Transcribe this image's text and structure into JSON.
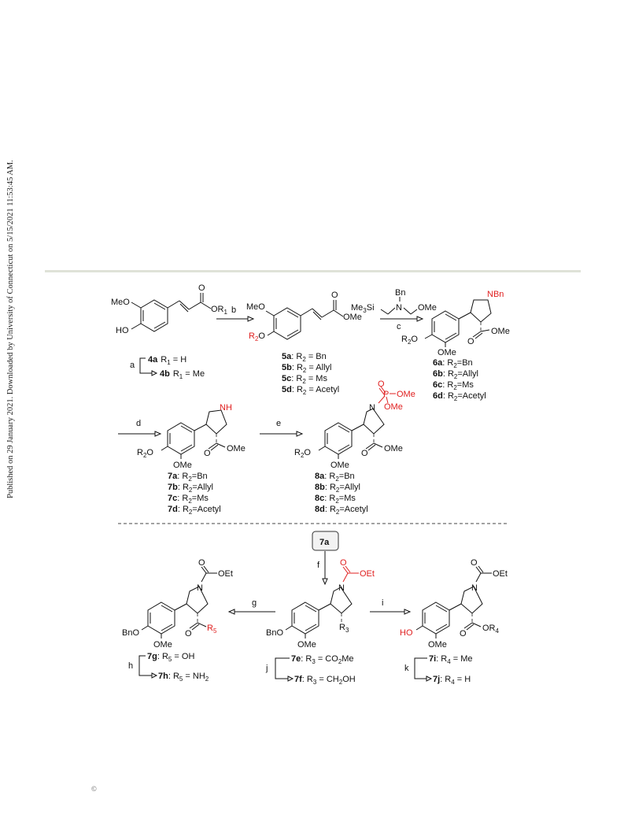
{
  "side_note": "Published on 29 January 2021. Downloaded by University of Connecticut on 5/15/2021 11:53:45 AM.",
  "copyright": "©",
  "scheme": {
    "row1": {
      "c1": {
        "substituents": [
          "MeO",
          "HO"
        ],
        "ester_o": "O",
        "r1": "OR",
        "r1_sub": "1"
      },
      "arrow_a": "a",
      "labels_4": [
        {
          "id": "4a",
          "text": "R",
          "sub": "1",
          "rest": " = H"
        },
        {
          "id": "4b",
          "text": "R",
          "sub": "1",
          "rest": " = Me"
        }
      ],
      "arrow_b": "b",
      "c2": {
        "meo": "MeO",
        "r2o_r": "R",
        "r2o_sub": "2",
        "r2o_o": "O",
        "ester_o": "O",
        "ome": "OMe"
      },
      "labels_5": [
        {
          "id": "5a",
          "pre": ": R",
          "sub": "2",
          "rest": " = Bn"
        },
        {
          "id": "5b",
          "pre": ": R",
          "sub": "2",
          "rest": " = Allyl"
        },
        {
          "id": "5c",
          "pre": ": R",
          "sub": "2",
          "rest": " = Ms"
        },
        {
          "id": "5d",
          "pre": ": R",
          "sub": "2",
          "rest": " = Acetyl"
        }
      ],
      "reagent_c": {
        "bn": "Bn",
        "n": "N",
        "tms": "Me",
        "tms_sub": "3",
        "tms_rest": "Si",
        "ome": "OMe"
      },
      "arrow_c": "c",
      "c3": {
        "nbn": "NBn",
        "r2o": "R",
        "r2o_sub": "2",
        "r2o_o": "O",
        "ome_ring": "OMe",
        "ester_o": "O",
        "ester_ome": "OMe"
      },
      "labels_6": [
        {
          "id": "6a",
          "pre": ": R",
          "sub": "2",
          "rest": "=Bn"
        },
        {
          "id": "6b",
          "pre": ": R",
          "sub": "2",
          "rest": "=Allyl"
        },
        {
          "id": "6c",
          "pre": ": R",
          "sub": "2",
          "rest": "=Ms"
        },
        {
          "id": "6d",
          "pre": ": R",
          "sub": "2",
          "rest": "=Acetyl"
        }
      ]
    },
    "row2": {
      "arrow_d": "d",
      "c4": {
        "nh": "NH",
        "r2o": "R",
        "r2o_sub": "2",
        "r2o_o": "O",
        "ome_ring": "OMe",
        "ester_o": "O",
        "ester_ome": "OMe"
      },
      "labels_7": [
        {
          "id": "7a",
          "pre": ": R",
          "sub": "2",
          "rest": "=Bn"
        },
        {
          "id": "7b",
          "pre": ": R",
          "sub": "2",
          "rest": "=Allyl"
        },
        {
          "id": "7c",
          "pre": ": R",
          "sub": "2",
          "rest": "=Ms"
        },
        {
          "id": "7d",
          "pre": ": R",
          "sub": "2",
          "rest": "=Acetyl"
        }
      ],
      "arrow_e": "e",
      "c5": {
        "p_o": "O",
        "p": "P",
        "ome1": "OMe",
        "ome2": "OMe",
        "n": "N",
        "r2o": "R",
        "r2o_sub": "2",
        "r2o_o": "O",
        "ome_ring": "OMe",
        "ester_o": "O",
        "ester_ome": "OMe"
      },
      "labels_8": [
        {
          "id": "8a",
          "pre": ": R",
          "sub": "2",
          "rest": "=Bn"
        },
        {
          "id": "8b",
          "pre": ": R",
          "sub": "2",
          "rest": "=Allyl"
        },
        {
          "id": "8c",
          "pre": ": R",
          "sub": "2",
          "rest": "=Ms"
        },
        {
          "id": "8d",
          "pre": ": R",
          "sub": "2",
          "rest": "=Acetyl"
        }
      ]
    },
    "row3": {
      "start_box": "7a",
      "arrow_f": "f",
      "arrow_g": "g",
      "arrow_i": "i",
      "c_left": {
        "o": "O",
        "oet": "OEt",
        "n": "N",
        "bno": "BnO",
        "ome": "OMe",
        "ester_o": "O",
        "r5": "R",
        "r5_sub": "5"
      },
      "c_mid": {
        "o": "O",
        "oet": "OEt",
        "n": "N",
        "bno": "BnO",
        "ome": "OMe",
        "r3": "R",
        "r3_sub": "3"
      },
      "c_right": {
        "o": "O",
        "oet": "OEt",
        "n": "N",
        "ho": "HO",
        "ome": "OMe",
        "ester_o": "O",
        "or4": "OR",
        "or4_sub": "4"
      },
      "labels_left": [
        {
          "id": "7g",
          "pre": ": R",
          "sub": "5",
          "rest": " = OH"
        },
        {
          "id": "7h",
          "pre": ": R",
          "sub": "5",
          "rest": " = NH",
          "sub2": "2"
        }
      ],
      "arrow_h": "h",
      "labels_mid": [
        {
          "id": "7e",
          "pre": ": R",
          "sub": "3",
          "rest": " = CO",
          "sub2": "2",
          "rest2": "Me"
        },
        {
          "id": "7f",
          "pre": ": R",
          "sub": "3",
          "rest": " = CH",
          "sub2": "2",
          "rest2": "OH"
        }
      ],
      "arrow_j": "j",
      "labels_right": [
        {
          "id": "7i",
          "pre": ": R",
          "sub": "4",
          "rest": " = Me"
        },
        {
          "id": "7j",
          "pre": ": R",
          "sub": "4",
          "rest": " = H"
        }
      ],
      "arrow_k": "k"
    }
  },
  "colors": {
    "highlight": "#e02020",
    "rule": "#dfe2d8"
  }
}
